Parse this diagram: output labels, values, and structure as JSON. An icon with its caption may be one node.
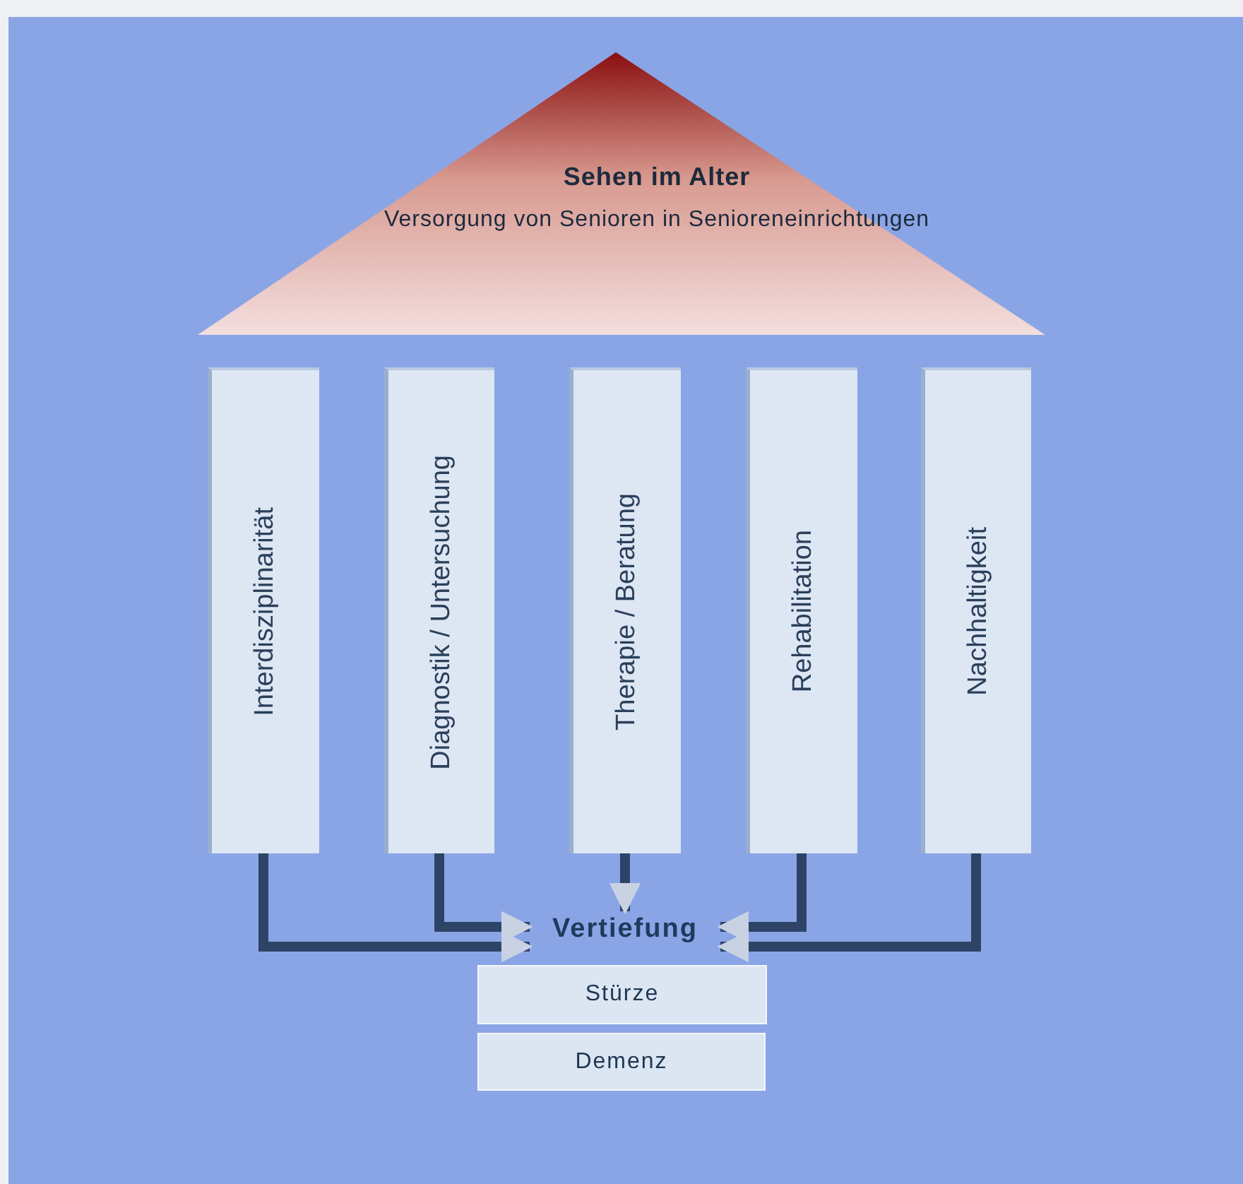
{
  "diagram": {
    "nodes": [
      {
        "text": [
          "Sehen im Alter",
          "Versorgung von Senioren in Senioreneinrichtungen"
        ]
      },
      {
        "text": [
          "Interdisziplinarität"
        ]
      },
      {
        "text": [
          "Diagnostik / Untersuchung"
        ]
      },
      {
        "text": [
          "Therapie / Beratung"
        ]
      },
      {
        "text": [
          "Rehabilitation"
        ]
      },
      {
        "text": [
          "Nachhaltigkeit"
        ]
      },
      {
        "text": [
          "Vertiefung"
        ]
      },
      {
        "text": [
          "Stürze"
        ]
      },
      {
        "text": [
          "Demenz"
        ]
      }
    ],
    "edges": [
      {
        "from": 1,
        "to": 6,
        "arrow": "to"
      },
      {
        "from": 2,
        "to": 6,
        "arrow": "to"
      },
      {
        "from": 3,
        "to": 6,
        "arrow": "to"
      },
      {
        "from": 4,
        "to": 6,
        "arrow": "to"
      },
      {
        "from": 5,
        "to": 6,
        "arrow": "to"
      }
    ]
  }
}
